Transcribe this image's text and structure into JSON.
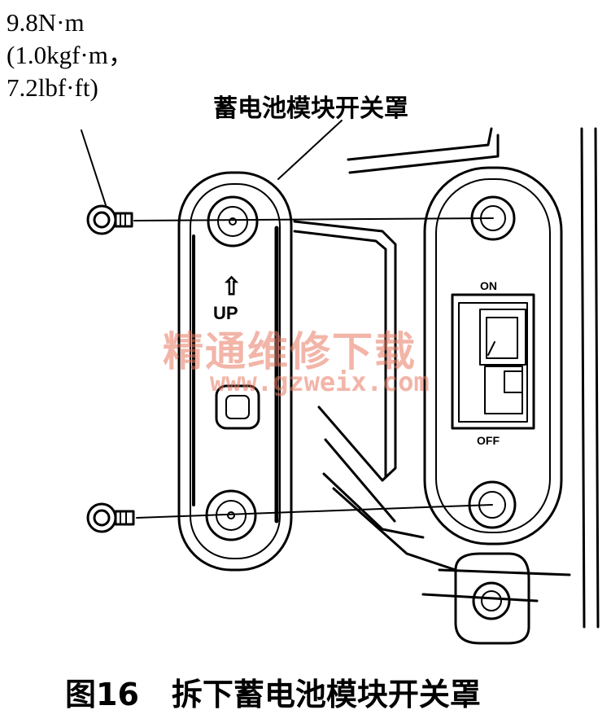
{
  "torque": {
    "line1": "9.8N·m",
    "line2": "(1.0kgf·m，",
    "line3": "7.2lbf·ft)"
  },
  "part_label": "蓄电池模块开关罩",
  "cover_marking": {
    "arrow": "⇧",
    "up": "UP"
  },
  "switch_markings": {
    "on": "ON",
    "off": "OFF"
  },
  "watermark": {
    "text": "精通维修下载",
    "url": "www.gzweix.com"
  },
  "caption": {
    "number": "图16",
    "title": "拆下蓄电池模块开关罩"
  },
  "colors": {
    "line": "#000000",
    "watermark": "#e87860"
  },
  "icons": [
    "bolt-icon",
    "up-arrow-icon"
  ]
}
